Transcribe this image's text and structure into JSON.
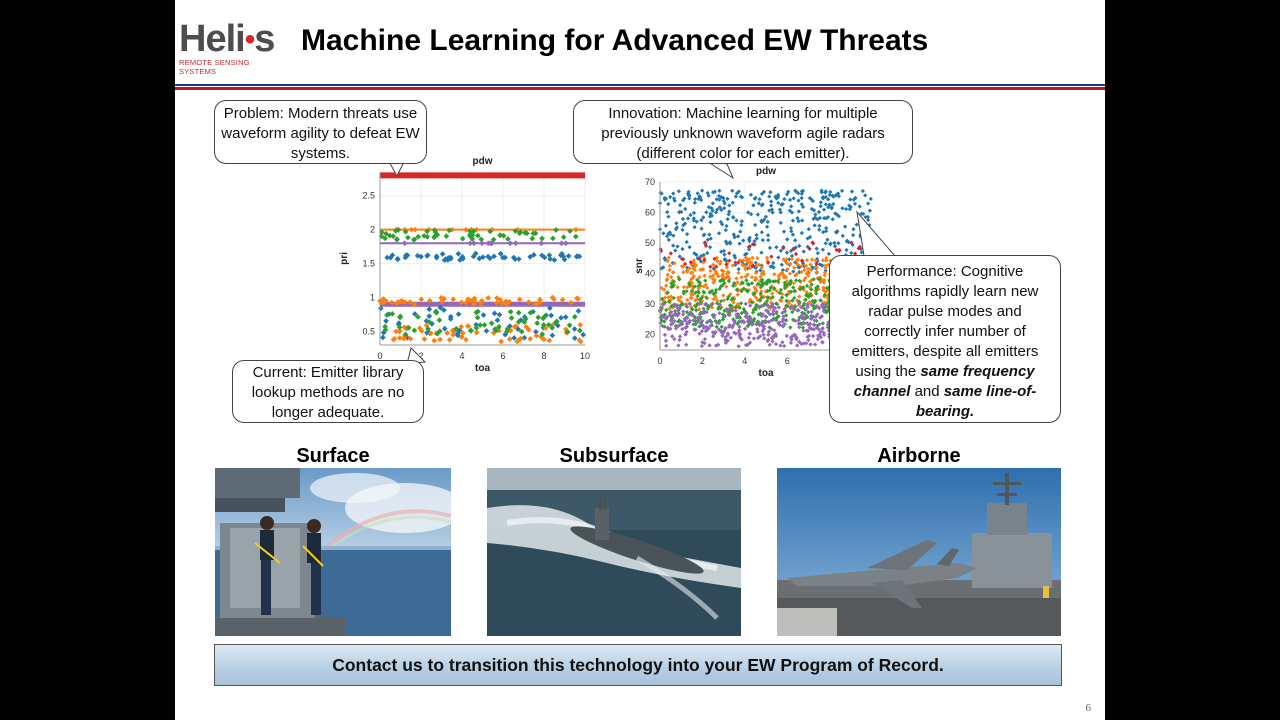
{
  "logo": {
    "word": "Heli",
    "dot_letter": "o",
    "end": "s",
    "tagline": "REMOTE SENSING SYSTEMS"
  },
  "title": "Machine Learning for Advanced EW Threats",
  "callouts": {
    "problem": "Problem: Modern threats use waveform agility to defeat EW systems.",
    "innovation": "Innovation: Machine learning for multiple previously unknown waveform agile radars (different color for each emitter).",
    "current": "Current: Emitter library lookup methods are no longer adequate.",
    "performance_pre": "Performance: Cognitive algorithms rapidly learn new radar pulse modes and correctly infer number of emitters, despite all emitters using the",
    "performance_em1": "same frequency channel",
    "performance_mid": "and",
    "performance_em2": "same line-of-bearing."
  },
  "platforms": {
    "surface": "Surface",
    "subsurface": "Subsurface",
    "airborne": "Airborne"
  },
  "banner": "Contact us to transition this technology into your EW Program of Record.",
  "page_number": "6",
  "colors": {
    "red": "#d62728",
    "blue": "#1f77b4",
    "orange": "#ff7f0e",
    "green": "#2ca02c",
    "purple": "#9467bd"
  },
  "chart_data": [
    {
      "type": "scatter",
      "title": "pdw",
      "xlabel": "toa",
      "ylabel": "pri",
      "xlim": [
        0,
        10
      ],
      "ylim": [
        0.3,
        2.85
      ],
      "xticks": [
        "0",
        "2",
        "4",
        "6",
        "8",
        "10"
      ],
      "yticks": [
        "0.5",
        "1",
        "1.5",
        "2",
        "2.5"
      ],
      "series": [
        {
          "color": "#d62728",
          "y_band": [
            2.8,
            2.8
          ]
        },
        {
          "color": "#ff7f0e",
          "y_band": [
            2.0,
            2.0
          ]
        },
        {
          "color": "#2ca02c",
          "y_band": [
            1.85,
            2.0
          ]
        },
        {
          "color": "#9467bd",
          "y_band": [
            1.8,
            1.8
          ]
        },
        {
          "color": "#1f77b4",
          "y_band": [
            1.55,
            1.65
          ]
        },
        {
          "color": "#9467bd",
          "y_band": [
            0.9,
            0.9
          ]
        },
        {
          "color": "#ff7f0e",
          "y_band": [
            0.9,
            1.0
          ]
        },
        {
          "color": "#1f77b4",
          "y_band": [
            0.4,
            0.85
          ]
        },
        {
          "color": "#ff7f0e",
          "y_band": [
            0.35,
            0.6
          ]
        },
        {
          "color": "#2ca02c",
          "y_band": [
            0.45,
            0.8
          ]
        }
      ]
    },
    {
      "type": "scatter",
      "title": "pdw",
      "xlabel": "toa",
      "ylabel": "snr",
      "xlim": [
        0,
        10
      ],
      "ylim": [
        15,
        70
      ],
      "xticks": [
        "0",
        "2",
        "4",
        "6"
      ],
      "yticks": [
        "20",
        "30",
        "40",
        "50",
        "60",
        "70"
      ],
      "series": [
        {
          "color": "#1f77b4",
          "y_band": [
            40,
            67
          ]
        },
        {
          "color": "#ff7f0e",
          "y_band": [
            28,
            45
          ]
        },
        {
          "color": "#2ca02c",
          "y_band": [
            22,
            38
          ]
        },
        {
          "color": "#9467bd",
          "y_band": [
            16,
            30
          ]
        },
        {
          "color": "#d62728",
          "y_band": [
            42,
            50
          ]
        }
      ]
    }
  ]
}
